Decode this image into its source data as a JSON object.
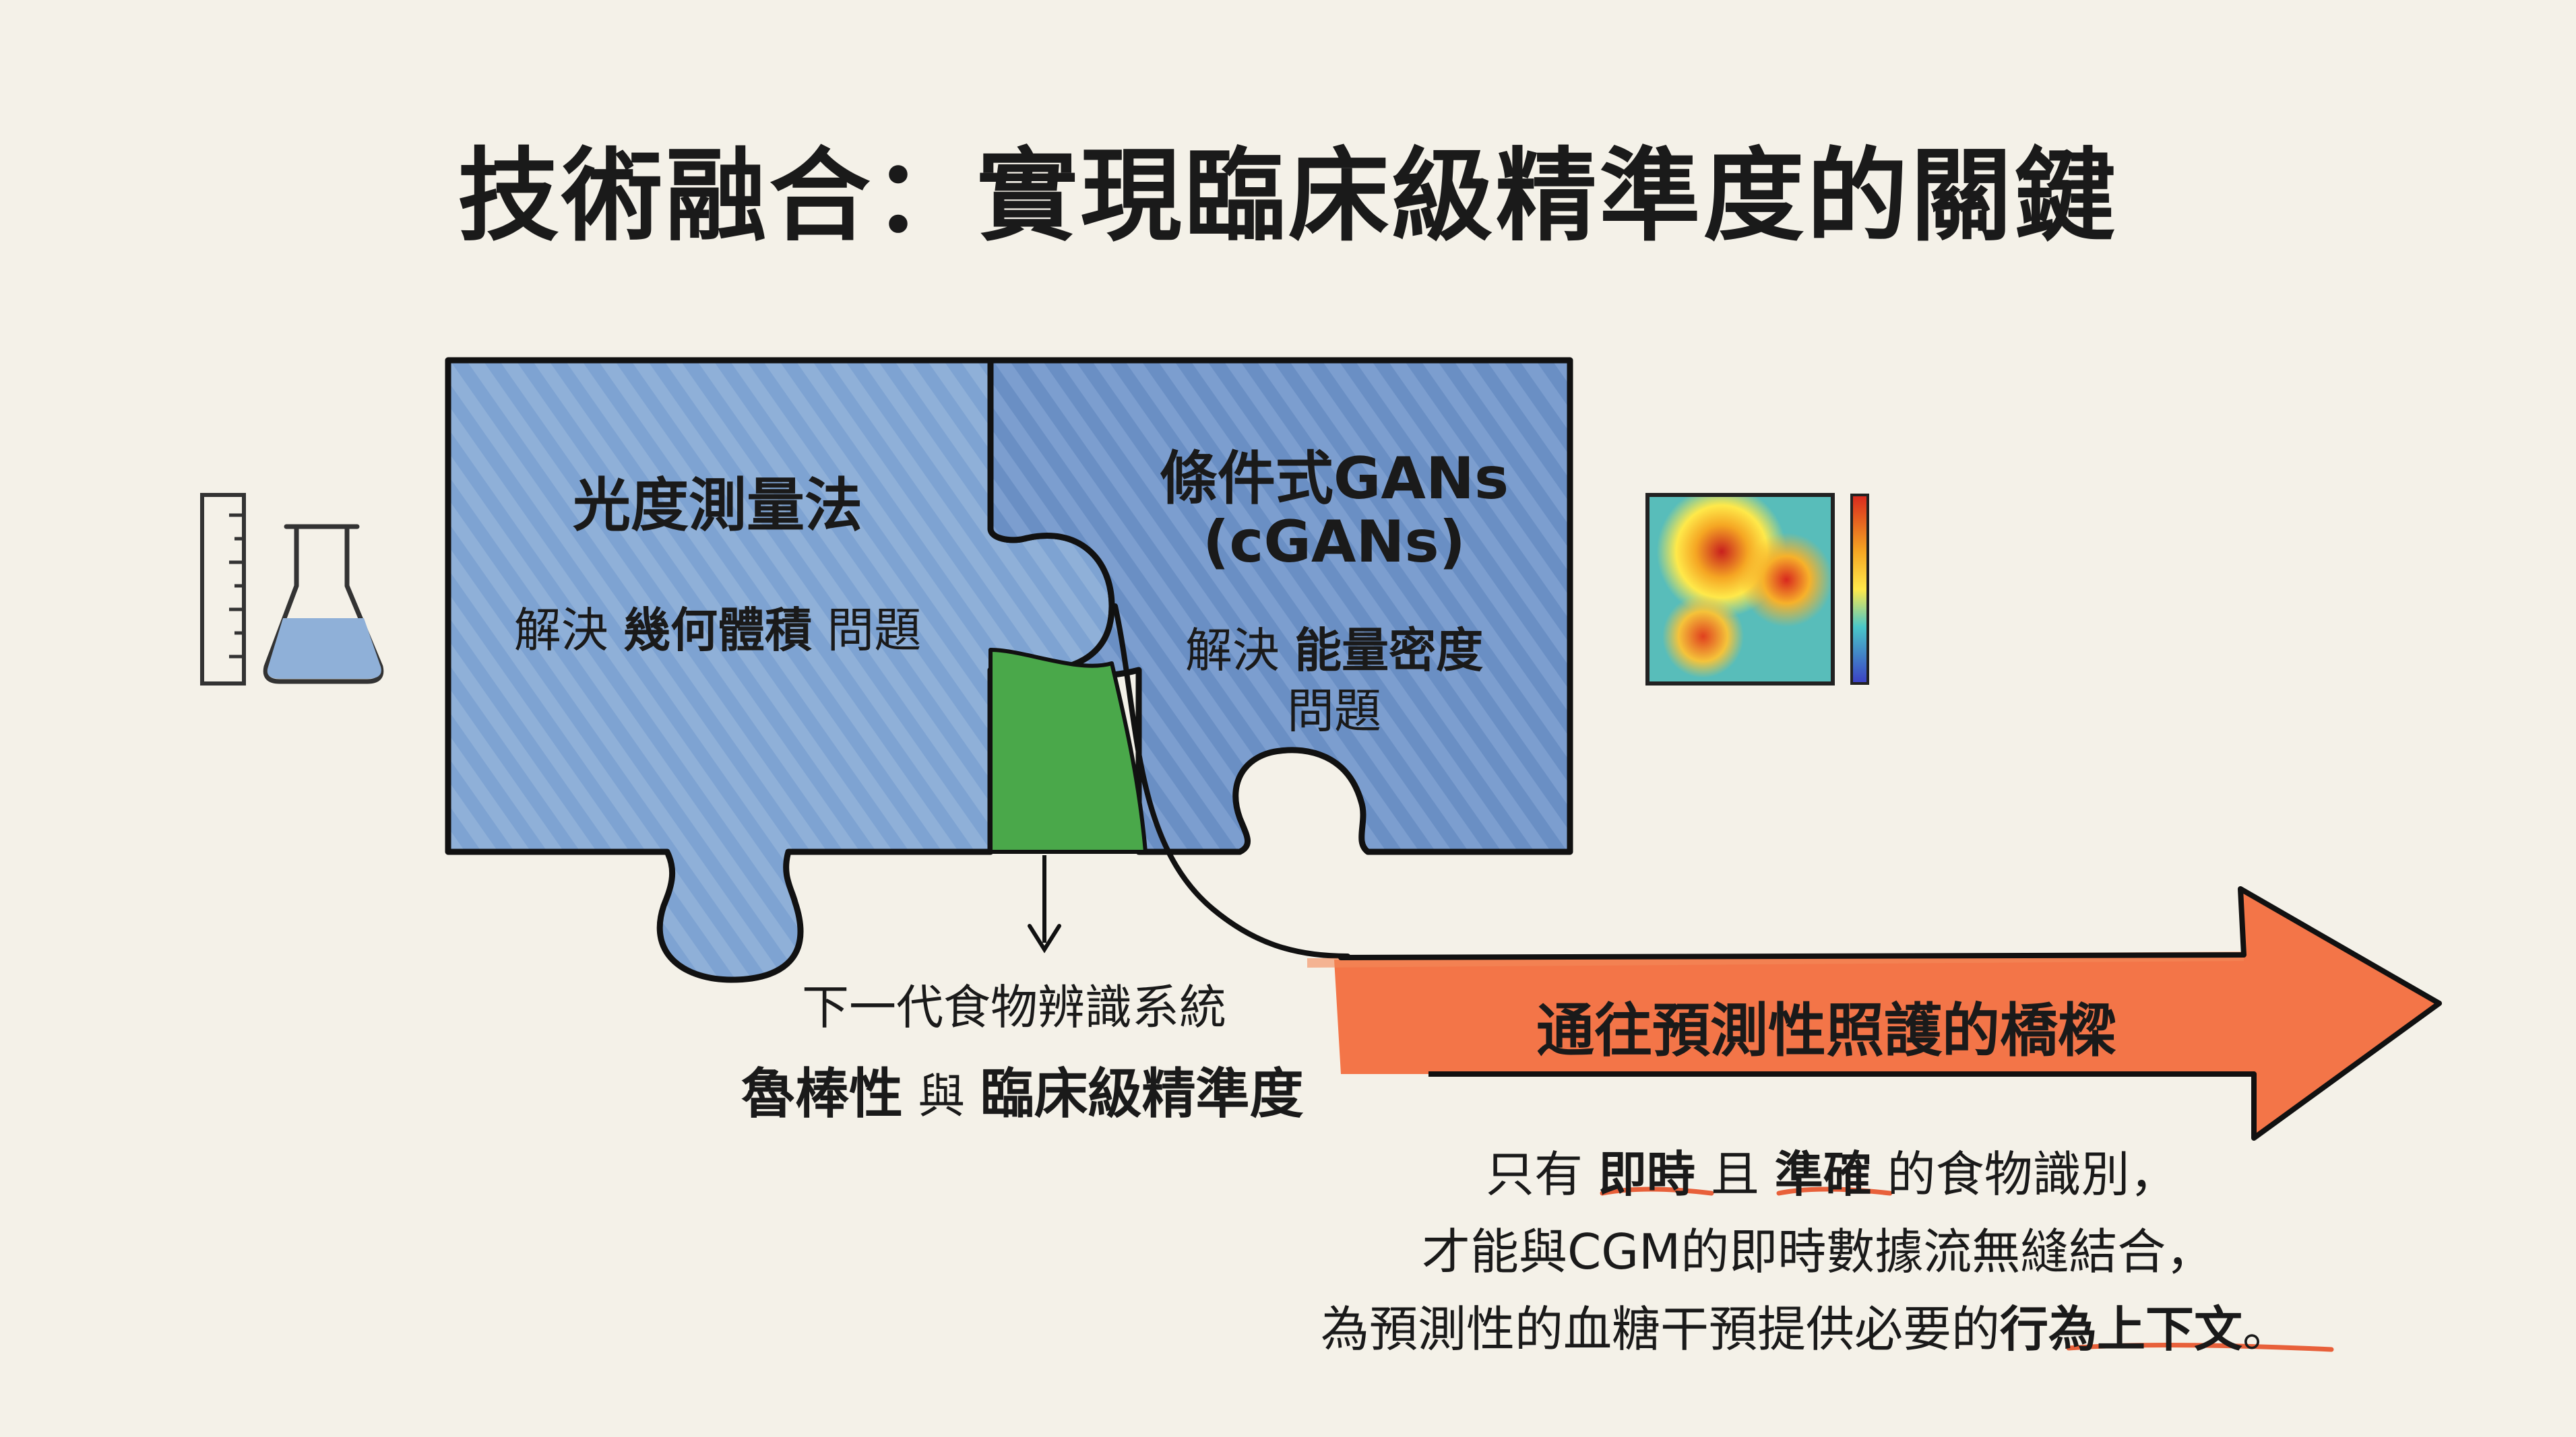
{
  "title": "技術融合：實現臨床級精準度的關鍵",
  "left_piece": {
    "title": "光度測量法",
    "sub_prefix": "解決",
    "sub_bold": "幾何體積",
    "sub_suffix": "問題"
  },
  "right_piece": {
    "title_line1": "條件式GANs",
    "title_line2": "(cGANs)",
    "sub_prefix": "解決",
    "sub_bold": "能量密度",
    "sub_line2": "問題"
  },
  "center_note": {
    "line1": "下一代食物辨識系統",
    "bold1": "魯棒性",
    "conj": "與",
    "bold2": "臨床級精準度"
  },
  "arrow_label": "通往預測性照護的橋樑",
  "body": {
    "l1_a": "只有",
    "l1_b": "即時",
    "l1_c": "且",
    "l1_d": "準確",
    "l1_e": "的食物識別，",
    "l2": "才能與CGM的即時數據流無縫結合，",
    "l3_a": "為預測性的血糖干預提供必要的",
    "l3_b": "行為上下文",
    "l3_c": "。"
  },
  "icons": [
    "ruler-icon",
    "flask-icon",
    "heatmap-icon"
  ],
  "colors": {
    "background": "#f4f1e8",
    "puzzle_blue": "#8fb0d8",
    "puzzle_blue_dark": "#6f95c8",
    "puzzle_green": "#4aa84a",
    "arrow_orange": "#f26a3a",
    "underline_orange": "#e8603a"
  }
}
